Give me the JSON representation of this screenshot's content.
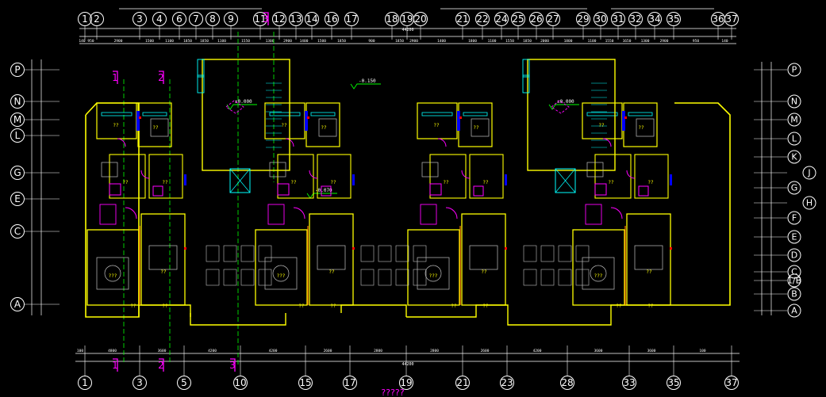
{
  "drawing": {
    "top_axes": [
      "1",
      "2",
      "3",
      "4",
      "6",
      "7",
      "8",
      "9",
      "11",
      "12",
      "13",
      "14",
      "16",
      "17",
      "18",
      "19",
      "20",
      "21",
      "22",
      "24",
      "25",
      "26",
      "27",
      "29",
      "30",
      "31",
      "32",
      "34",
      "35",
      "36",
      "37"
    ],
    "bottom_axes": [
      "1",
      "3",
      "5",
      "10",
      "15",
      "17",
      "19",
      "21",
      "23",
      "28",
      "33",
      "35",
      "37"
    ],
    "left_axes": [
      "P",
      "N",
      "M",
      "L",
      "G",
      "E",
      "C",
      "A"
    ],
    "right_axes": [
      "P",
      "N",
      "M",
      "L",
      "K",
      "J",
      "G",
      "H",
      "F",
      "E",
      "D",
      "C",
      "1/B",
      "B",
      "A"
    ],
    "section_marks": [
      {
        "label": "1",
        "pos": "top"
      },
      {
        "label": "2",
        "pos": "top"
      },
      {
        "label": "3",
        "pos": "top"
      },
      {
        "label": "1",
        "pos": "bottom"
      },
      {
        "label": "2",
        "pos": "bottom"
      },
      {
        "label": "3",
        "pos": "bottom"
      }
    ],
    "overall_dim": "44200",
    "top_dims": [
      "140",
      "950",
      "2900",
      "1500",
      "1100",
      "1850",
      "1850",
      "1100",
      "1550",
      "1300",
      "2900",
      "1400",
      "1500",
      "1850",
      "900",
      "1850",
      "2900",
      "1400",
      "1800",
      "1100",
      "1550",
      "1850",
      "2000",
      "1800",
      "1100",
      "1550",
      "1650",
      "1300",
      "2900",
      "950",
      "140"
    ],
    "bottom_dims": [
      "100",
      "4800",
      "3600",
      "4200",
      "4200",
      "2600",
      "2800",
      "2800",
      "2600",
      "4200",
      "3600",
      "3600",
      "100"
    ],
    "elevations": [
      "±0.000",
      "-0.150",
      "±0.000",
      "-0.070"
    ],
    "room_labels": [
      "??",
      "???"
    ],
    "bottom_title": "?????"
  },
  "colors": {
    "background": "#000000",
    "wall": "#ffff00",
    "window": "#00ffff",
    "door": "#ff00ff",
    "axis": "#ffffff",
    "furniture": "#c0c0c0",
    "grid_line": "#00ff00",
    "red": "#ff0000",
    "blue": "#0000ff",
    "orange": "#ff8000"
  }
}
